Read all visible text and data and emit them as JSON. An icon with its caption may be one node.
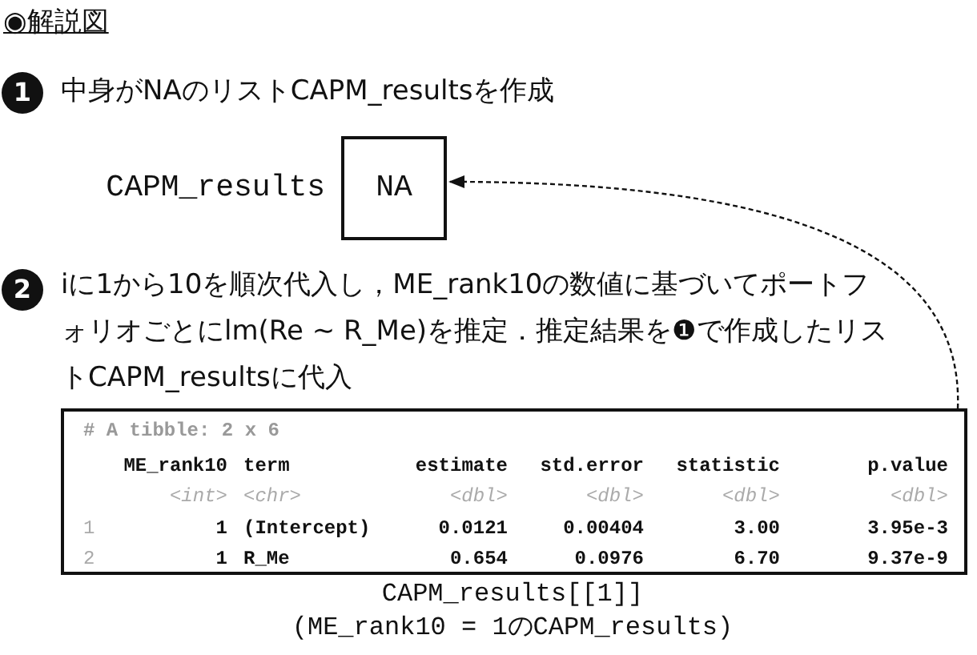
{
  "diagram": {
    "title": "◉解説図",
    "nodes": [
      {
        "text": [
          "NA"
        ],
        "beside": [
          "CAPM_results"
        ]
      },
      {
        "text": [
          "# A tibble: 2 x 6",
          "ME_rank10",
          "term",
          "estimate",
          "std.error",
          "statistic",
          "p.value",
          "<int>",
          "<chr>",
          "<dbl>",
          "<dbl>",
          "<dbl>",
          "<dbl>",
          "1",
          "1",
          "(Intercept)",
          "0.0121",
          "0.00404",
          "3.00",
          "3.95e-3",
          "2",
          "1",
          "R_Me",
          "0.654",
          "0.0976",
          "6.70",
          "9.37e-9"
        ],
        "beside": [
          "CAPM_results[[1]]",
          "(ME_rank10 = 1のCAPM_results)"
        ]
      }
    ],
    "edges": [
      {
        "from": 1,
        "to": 0,
        "arrow": "to",
        "style": "dashed"
      }
    ],
    "labels": [
      "1",
      "中身がNAのリストCAPM_resultsを作成",
      "2",
      "iに1から10を順次代入し，ME_rank10の数値に基づいてポートフォリオごとにlm(Re ~ R_Me)を推定．推定結果を❶で作成したリストCAPM_resultsに代入"
    ]
  }
}
